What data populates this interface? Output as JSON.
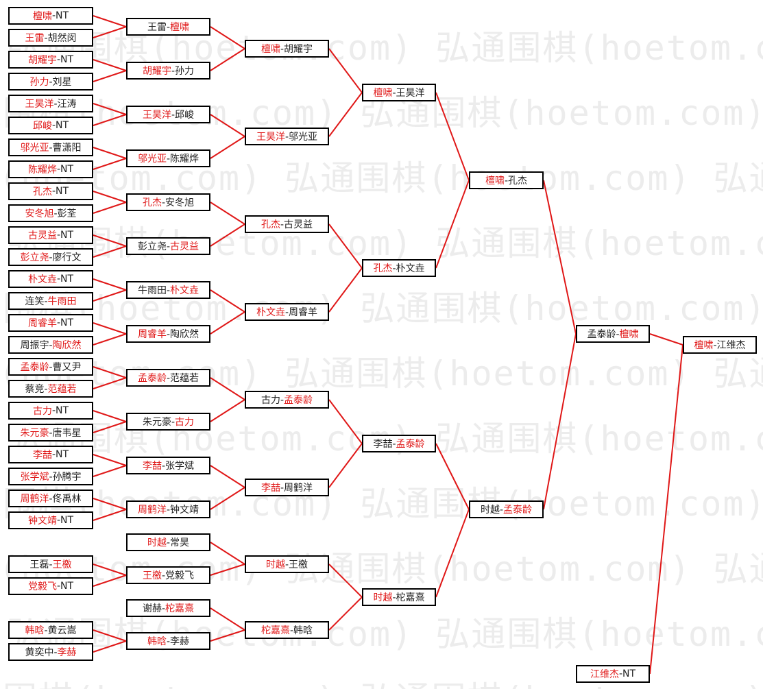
{
  "watermark": "弘通围棋(hoetom.com)",
  "colors": {
    "winner": "#e01818",
    "line": "#e01818",
    "text": "#222222"
  },
  "rounds": [
    [
      [
        [
          "檀啸",
          1
        ],
        [
          "-NT",
          0
        ]
      ],
      [
        [
          "王雷",
          1
        ],
        [
          "-胡然闵",
          0
        ]
      ],
      [
        [
          "胡耀宇",
          1
        ],
        [
          "-NT",
          0
        ]
      ],
      [
        [
          "孙力",
          1
        ],
        [
          "-刘星",
          0
        ]
      ],
      [
        [
          "王昊洋",
          1
        ],
        [
          "-汪涛",
          0
        ]
      ],
      [
        [
          "邱峻",
          1
        ],
        [
          "-NT",
          0
        ]
      ],
      [
        [
          "邬光亚",
          1
        ],
        [
          "-曹潇阳",
          0
        ]
      ],
      [
        [
          "陈耀烨",
          1
        ],
        [
          "-NT",
          0
        ]
      ],
      [
        [
          "孔杰",
          1
        ],
        [
          "-NT",
          0
        ]
      ],
      [
        [
          "安冬旭",
          1
        ],
        [
          "-彭荃",
          0
        ]
      ],
      [
        [
          "古灵益",
          1
        ],
        [
          "-NT",
          0
        ]
      ],
      [
        [
          "彭立尧",
          1
        ],
        [
          "-廖行文",
          0
        ]
      ],
      [
        [
          "朴文垚",
          1
        ],
        [
          "-NT",
          0
        ]
      ],
      [
        [
          "连笑-",
          0
        ],
        [
          "牛雨田",
          1
        ]
      ],
      [
        [
          "周睿羊",
          1
        ],
        [
          "-NT",
          0
        ]
      ],
      [
        [
          "周振宇-",
          0
        ],
        [
          "陶欣然",
          1
        ]
      ],
      [
        [
          "孟泰龄",
          1
        ],
        [
          "-曹又尹",
          0
        ]
      ],
      [
        [
          "蔡竞-",
          0
        ],
        [
          "范蕴若",
          1
        ]
      ],
      [
        [
          "古力",
          1
        ],
        [
          "-NT",
          0
        ]
      ],
      [
        [
          "朱元豪",
          1
        ],
        [
          "-唐韦星",
          0
        ]
      ],
      [
        [
          "李喆",
          1
        ],
        [
          "-NT",
          0
        ]
      ],
      [
        [
          "张学斌",
          1
        ],
        [
          "-孙腾宇",
          0
        ]
      ],
      [
        [
          "周鹤洋",
          1
        ],
        [
          "-佟禹林",
          0
        ]
      ],
      [
        [
          "钟文靖",
          1
        ],
        [
          "-NT",
          0
        ]
      ],
      [
        [
          "王磊-",
          0
        ],
        [
          "王檄",
          1
        ]
      ],
      [
        [
          "党毅飞",
          1
        ],
        [
          "-NT",
          0
        ]
      ],
      [
        [
          "韩晗",
          1
        ],
        [
          "-黄云嵩",
          0
        ]
      ],
      [
        [
          "黄奕中-",
          0
        ],
        [
          "李赫",
          1
        ]
      ]
    ],
    [
      [
        [
          "王雷-",
          0
        ],
        [
          "檀啸",
          1
        ]
      ],
      [
        [
          "胡耀宇",
          1
        ],
        [
          "-孙力",
          0
        ]
      ],
      [
        [
          "王昊洋",
          1
        ],
        [
          "-邱峻",
          0
        ]
      ],
      [
        [
          "邬光亚",
          1
        ],
        [
          "-陈耀烨",
          0
        ]
      ],
      [
        [
          "孔杰",
          1
        ],
        [
          "-安冬旭",
          0
        ]
      ],
      [
        [
          "彭立尧-",
          0
        ],
        [
          "古灵益",
          1
        ]
      ],
      [
        [
          "牛雨田-",
          0
        ],
        [
          "朴文垚",
          1
        ]
      ],
      [
        [
          "周睿羊",
          1
        ],
        [
          "-陶欣然",
          0
        ]
      ],
      [
        [
          "孟泰龄",
          1
        ],
        [
          "-范蕴若",
          0
        ]
      ],
      [
        [
          "朱元豪-",
          0
        ],
        [
          "古力",
          1
        ]
      ],
      [
        [
          "李喆",
          1
        ],
        [
          "-张学斌",
          0
        ]
      ],
      [
        [
          "周鹤洋",
          1
        ],
        [
          "-钟文靖",
          0
        ]
      ],
      [
        [
          "时越",
          1
        ],
        [
          "-常昊",
          0
        ]
      ],
      [
        [
          "王檄",
          1
        ],
        [
          "-党毅飞",
          0
        ]
      ],
      [
        [
          "谢赫-",
          0
        ],
        [
          "柁嘉熹",
          1
        ]
      ],
      [
        [
          "韩晗",
          1
        ],
        [
          "-李赫",
          0
        ]
      ]
    ],
    [
      [
        [
          "檀啸",
          1
        ],
        [
          "-胡耀宇",
          0
        ]
      ],
      [
        [
          "王昊洋",
          1
        ],
        [
          "-邬光亚",
          0
        ]
      ],
      [
        [
          "孔杰",
          1
        ],
        [
          "-古灵益",
          0
        ]
      ],
      [
        [
          "朴文垚",
          1
        ],
        [
          "-周睿羊",
          0
        ]
      ],
      [
        [
          "古力-",
          0
        ],
        [
          "孟泰龄",
          1
        ]
      ],
      [
        [
          "李喆",
          1
        ],
        [
          "-周鹤洋",
          0
        ]
      ],
      [
        [
          "时越",
          1
        ],
        [
          "-王檄",
          0
        ]
      ],
      [
        [
          "柁嘉熹",
          1
        ],
        [
          "-韩晗",
          0
        ]
      ]
    ],
    [
      [
        [
          "檀啸",
          1
        ],
        [
          "-王昊洋",
          0
        ]
      ],
      [
        [
          "孔杰",
          1
        ],
        [
          "-朴文垚",
          0
        ]
      ],
      [
        [
          "李喆-",
          0
        ],
        [
          "孟泰龄",
          1
        ]
      ],
      [
        [
          "时越",
          1
        ],
        [
          "-柁嘉熹",
          0
        ]
      ]
    ],
    [
      [
        [
          "檀啸",
          1
        ],
        [
          "-孔杰",
          0
        ]
      ],
      [
        [
          "时越-",
          0
        ],
        [
          "孟泰龄",
          1
        ]
      ]
    ],
    [
      [
        [
          "孟泰龄-",
          0
        ],
        [
          "檀啸",
          1
        ]
      ],
      [
        [
          "江维杰",
          1
        ],
        [
          "-NT",
          0
        ]
      ]
    ],
    [
      [
        [
          "檀啸",
          1
        ],
        [
          "-江维杰",
          0
        ]
      ]
    ]
  ]
}
